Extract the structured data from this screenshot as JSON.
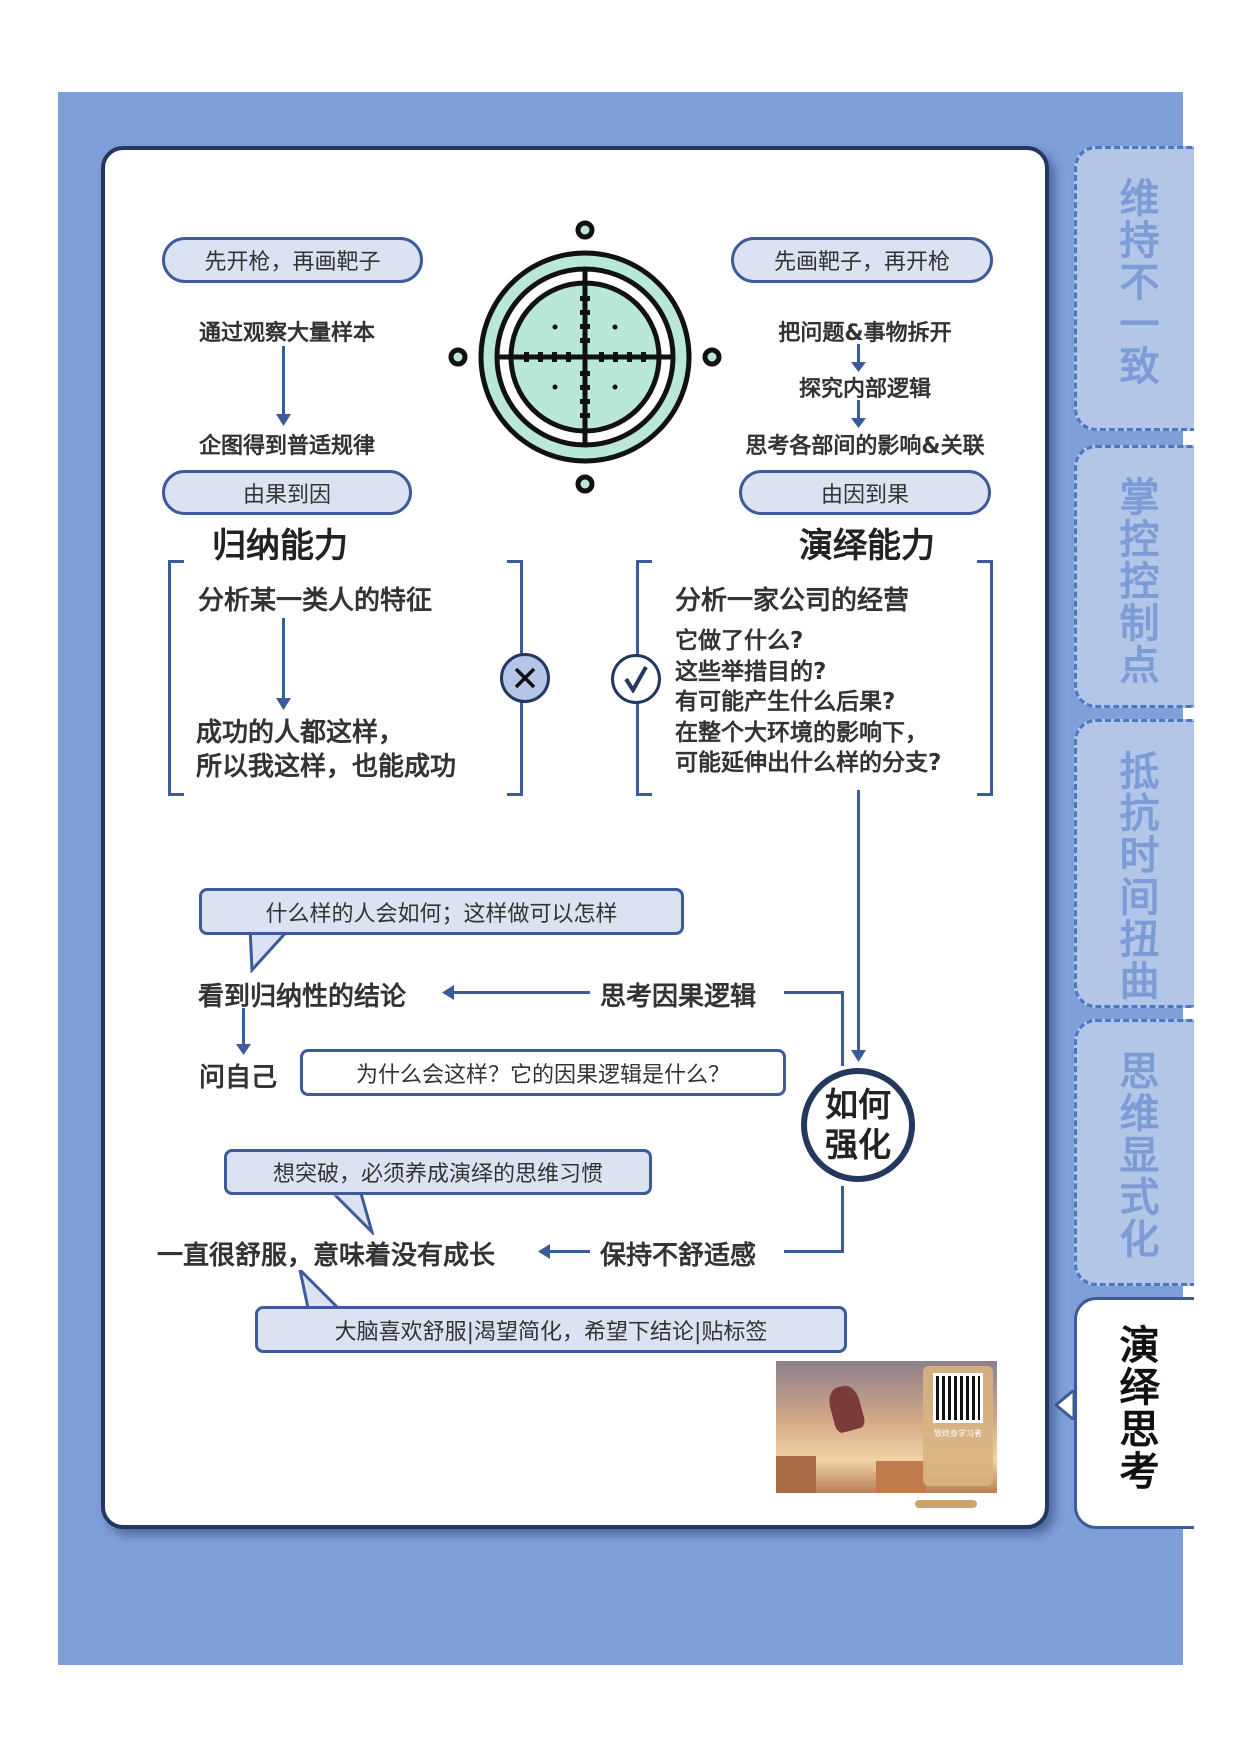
{
  "tabs": [
    {
      "label": "维持不一致",
      "active": false
    },
    {
      "label": "掌控控制点",
      "active": false
    },
    {
      "label": "抵抗时间扭曲",
      "active": false
    },
    {
      "label": "思维显式化",
      "active": false
    },
    {
      "label": "演绎思考",
      "active": true
    }
  ],
  "inductive": {
    "motto": "先开枪，再画靶子",
    "step1": "通过观察大量样本",
    "step2": "企图得到普适规律",
    "direction": "由果到因",
    "title": "归纳能力",
    "example_title": "分析某一类人的特征",
    "example_line1": "成功的人都这样，",
    "example_line2": "所以我这样，也能成功",
    "verdict_icon": "cross-circle-icon"
  },
  "deductive": {
    "motto": "先画靶子，再开枪",
    "step1": "把问题&事物拆开",
    "step2": "探究内部逻辑",
    "step3": "思考各部间的影响&关联",
    "direction": "由因到果",
    "title": "演绎能力",
    "example_title": "分析一家公司的经营",
    "questions": [
      "它做了什么?",
      "这些举措目的?",
      "有可能产生什么后果?",
      "在整个大环境的影响下，",
      "可能延伸出什么样的分支?"
    ],
    "verdict_icon": "check-circle-icon"
  },
  "strengthen": {
    "center": "如何强化",
    "callout1": "什么样的人会如何；这样做可以怎样",
    "see_conclusion": "看到归纳性的结论",
    "think_causal": "思考因果逻辑",
    "ask_self": "问自己",
    "ask_question": "为什么会这样？它的因果逻辑是什么？",
    "callout2": "想突破，必须养成演绎的思维习惯",
    "comfortable": "一直很舒服，意味着没有成长",
    "keep_uncomfortable": "保持不舒适感",
    "callout3": "大脑喜欢舒服|渴望简化，希望下结论|贴标签"
  },
  "promo": {
    "heading": "致终身学习者"
  },
  "colors": {
    "background": "#7f9fd8",
    "border": "#3d5a9a",
    "pill": "#dbe3f3",
    "target": "#b9e8da",
    "tab": "#b3c6e8"
  }
}
